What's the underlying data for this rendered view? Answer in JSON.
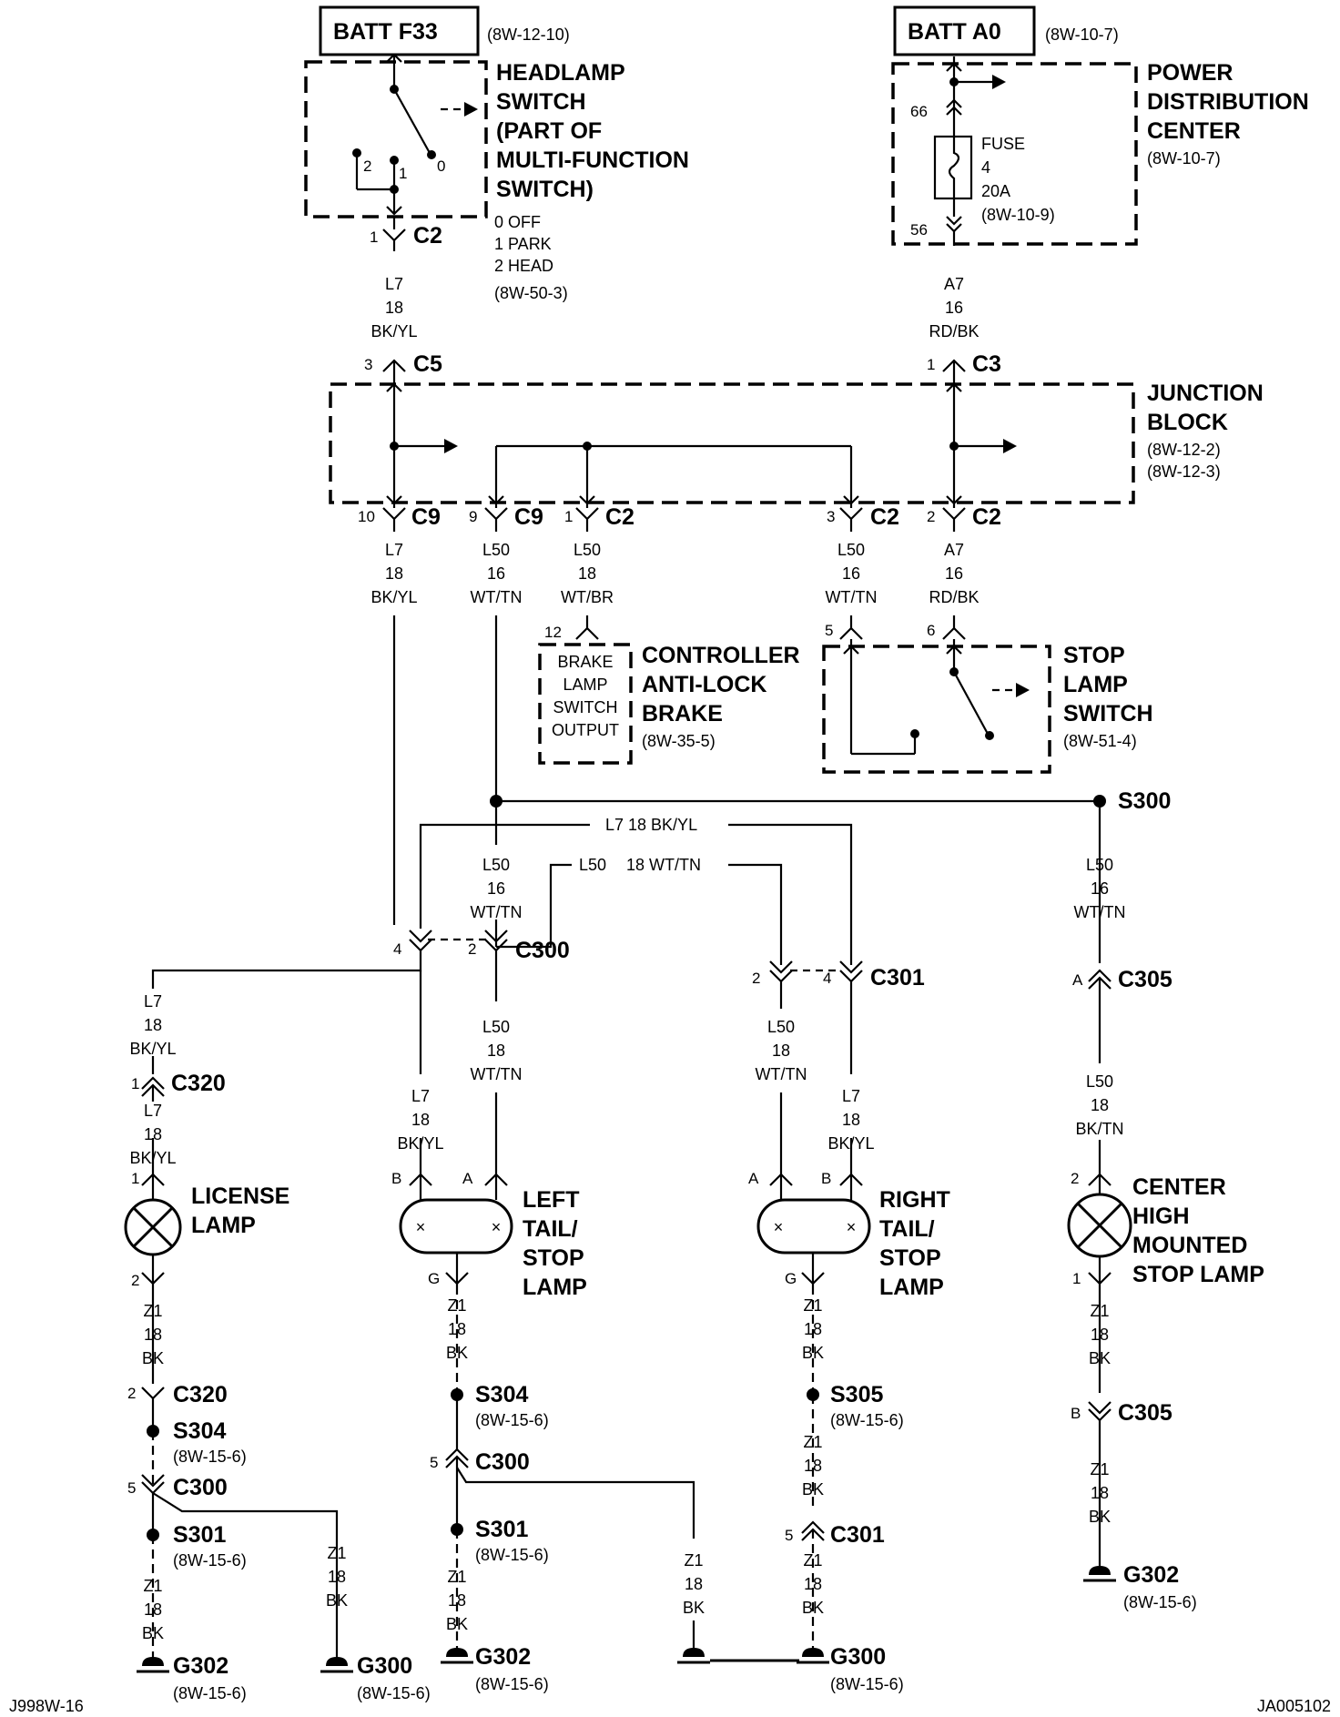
{
  "batt_f33": "BATT F33",
  "batt_f33_ref": "(8W-12-10)",
  "batt_a0": "BATT A0",
  "batt_a0_ref": "(8W-10-7)",
  "headlamp": {
    "l1": "HEADLAMP",
    "l2": "SWITCH",
    "l3": "(PART OF",
    "l4": "MULTI-FUNCTION",
    "l5": "SWITCH)",
    "p0": "0 OFF",
    "p1": "1 PARK",
    "p2": "2 HEAD",
    "ref": "(8W-50-3)",
    "t0": "0",
    "t1": "1",
    "t2": "2"
  },
  "pdc": {
    "l1": "POWER",
    "l2": "DISTRIBUTION",
    "l3": "CENTER",
    "ref": "(8W-10-7)",
    "fuse": "FUSE",
    "fuse_no": "4",
    "fuse_amp": "20A",
    "fuse_ref": "(8W-10-9)",
    "pin_top": "66",
    "pin_bot": "56"
  },
  "junction": {
    "l1": "JUNCTION",
    "l2": "BLOCK",
    "ref1": "(8W-12-2)",
    "ref2": "(8W-12-3)"
  },
  "abs": {
    "l1": "CONTROLLER",
    "l2": "ANTI-LOCK",
    "l3": "BRAKE",
    "ref": "(8W-35-5)",
    "in1": "BRAKE",
    "in2": "LAMP",
    "in3": "SWITCH",
    "in4": "OUTPUT",
    "pin": "12"
  },
  "stop_switch": {
    "l1": "STOP",
    "l2": "LAMP",
    "l3": "SWITCH",
    "ref": "(8W-51-4)",
    "pin5": "5",
    "pin6": "6"
  },
  "connectors": {
    "c2_top": "C2",
    "c2_top_pin": "1",
    "c5": "C5",
    "c5_pin": "3",
    "c3": "C3",
    "c3_pin": "1",
    "c9a": "C9",
    "c9a_pin": "10",
    "c9b": "C9",
    "c9b_pin": "9",
    "c2a": "C2",
    "c2a_pin": "1",
    "c2b": "C2",
    "c2b_pin": "3",
    "c2c": "C2",
    "c2c_pin": "2",
    "c300": "C300",
    "c300_p4": "4",
    "c300_p2": "2",
    "c301": "C301",
    "c301_p2": "2",
    "c301_p4": "4",
    "c305a": "C305",
    "c305a_pin": "A",
    "c320a": "C320",
    "c320a_pin": "1",
    "c320b": "C320",
    "c320b_pin": "2",
    "c300b": "C300",
    "c300b_pin": "5",
    "c300c": "C300",
    "c300c_pin": "5",
    "c301b": "C301",
    "c301b_pin": "5",
    "c305b": "C305",
    "c305b_pin": "B"
  },
  "wires": {
    "l7": "L7",
    "l50": "L50",
    "a7": "A7",
    "z1": "Z1",
    "g16": "16",
    "g18": "18",
    "bkyl": "BK/YL",
    "rdbk": "RD/BK",
    "wttn": "WT/TN",
    "wtbr": "WT/BR",
    "bktn": "BK/TN",
    "bk": "BK",
    "l7_inline": "L7   18 BK/YL",
    "l50_inline_a": "L50",
    "l50_inline_b": "18 WT/TN"
  },
  "splices": {
    "s300": "S300",
    "s304": "S304",
    "s305": "S305",
    "s301": "S301",
    "ref": "(8W-15-6)"
  },
  "grounds": {
    "g302": "G302",
    "g300": "G300",
    "ref": "(8W-15-6)"
  },
  "lamps": {
    "license_l1": "LICENSE",
    "license_l2": "LAMP",
    "license_p1": "1",
    "license_p2": "2",
    "left_l1": "LEFT",
    "left_l2": "TAIL/",
    "left_l3": "STOP",
    "left_l4": "LAMP",
    "right_l1": "RIGHT",
    "right_l2": "TAIL/",
    "right_l3": "STOP",
    "right_l4": "LAMP",
    "chmsl_l1": "CENTER",
    "chmsl_l2": "HIGH",
    "chmsl_l3": "MOUNTED",
    "chmsl_l4": "STOP LAMP",
    "chmsl_p2": "2",
    "chmsl_p1": "1",
    "pin_a": "A",
    "pin_b": "B",
    "pin_g": "G"
  },
  "footer_left": "J998W-16",
  "footer_right": "JA005102"
}
